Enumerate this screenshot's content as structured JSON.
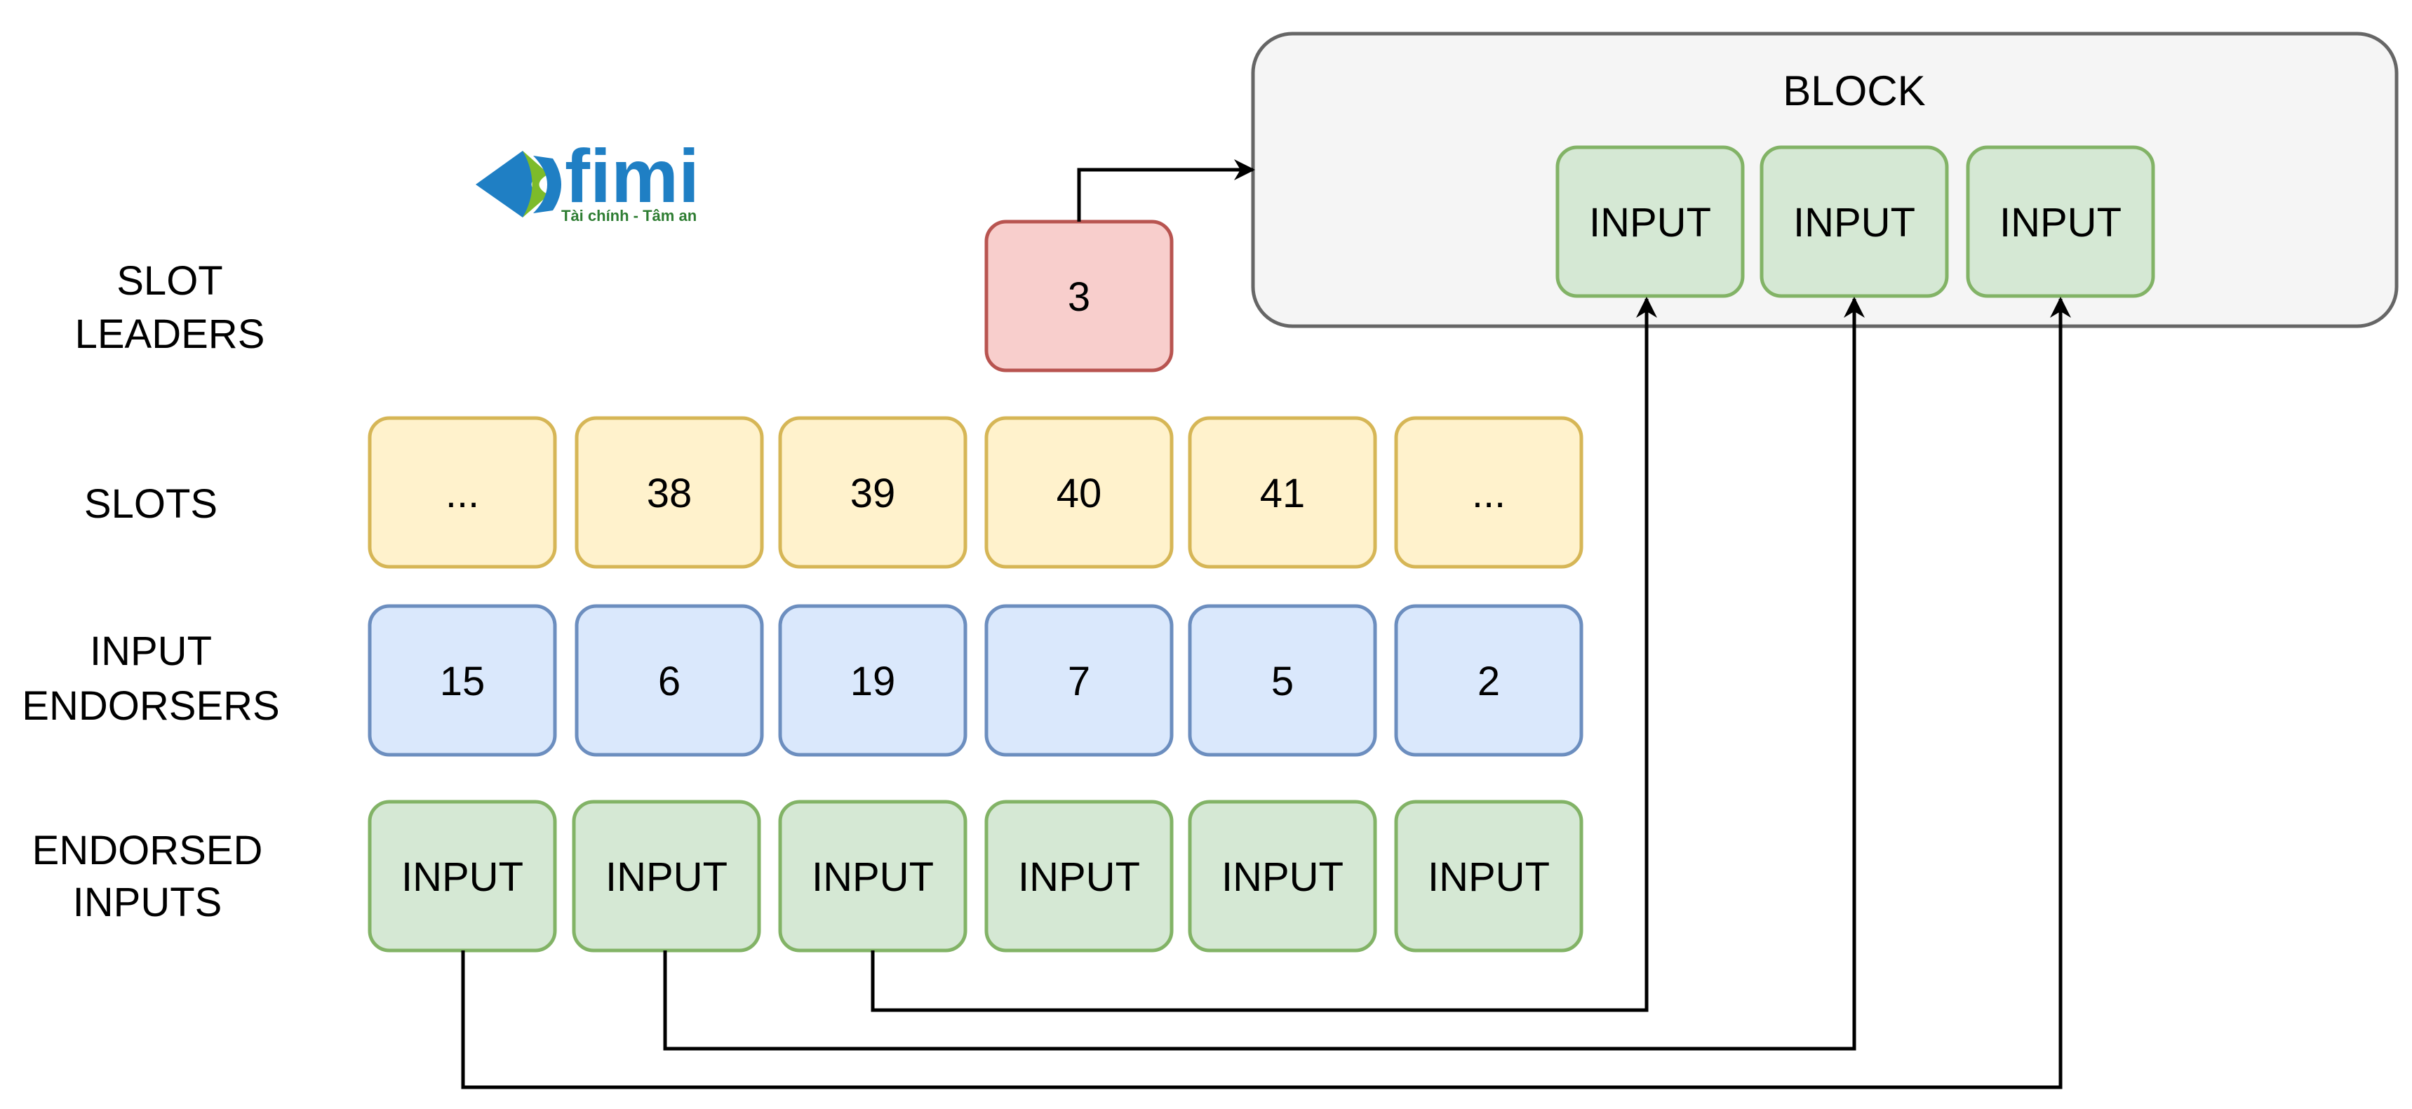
{
  "logo": {
    "wordmark": "fimi",
    "tagline": "Tài chính - Tâm an",
    "colors": {
      "blue": "#1f7fc4",
      "green": "#7dbb2a",
      "text_green": "#2e7d32"
    }
  },
  "row_labels": {
    "slot_leaders": [
      "SLOT",
      "LEADERS"
    ],
    "slots": [
      "SLOTS"
    ],
    "input_endorsers": [
      "INPUT",
      "ENDORSERS"
    ],
    "endorsed_inputs": [
      "ENDORSED",
      "INPUTS"
    ]
  },
  "slot_leader": {
    "value": "3",
    "fill": "#f8cecc",
    "stroke": "#b85450"
  },
  "slots": {
    "values": [
      "...",
      "38",
      "39",
      "40",
      "41",
      "..."
    ],
    "fill": "#fff2cc",
    "stroke": "#d6b656"
  },
  "input_endorsers": {
    "values": [
      "15",
      "6",
      "19",
      "7",
      "5",
      "2"
    ],
    "fill": "#dae8fc",
    "stroke": "#6c8ebf"
  },
  "endorsed_inputs": {
    "values": [
      "INPUT",
      "INPUT",
      "INPUT",
      "INPUT",
      "INPUT",
      "INPUT"
    ],
    "fill": "#d5e8d4",
    "stroke": "#82b366"
  },
  "block": {
    "title": "BLOCK",
    "inputs": [
      "INPUT",
      "INPUT",
      "INPUT"
    ],
    "fill": "#f5f5f5",
    "stroke": "#666666"
  }
}
